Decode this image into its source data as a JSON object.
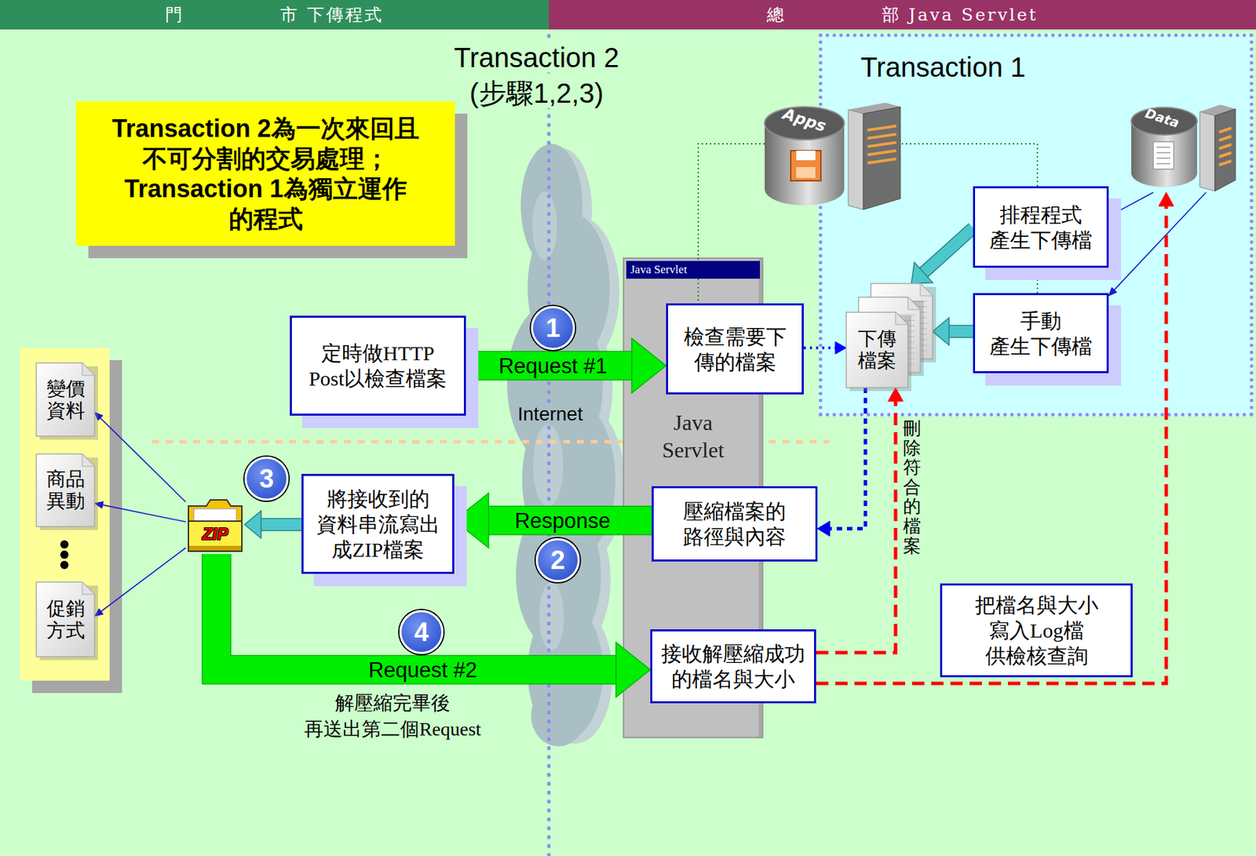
{
  "diagram": {
    "nodes": [
      {
        "text": [
          "門　　　　　市 下傳程式"
        ]
      },
      {
        "text": [
          "總　　　　　部 Java Servlet"
        ]
      },
      {
        "text": [
          "Transaction 2為一次來回且 不可分割的交易處理； Transaction 1為獨立運作 的程式"
        ]
      },
      {
        "text": [
          "Transaction 1"
        ]
      },
      {
        "text": [
          "Apps"
        ]
      },
      {
        "text": [
          "Data"
        ],
        "in": 3
      },
      {
        "text": [
          "排程程式 產生下傳檔"
        ],
        "in": 3
      },
      {
        "text": [
          "下傳 檔案"
        ],
        "in": 3
      },
      {
        "text": [
          "手動 產生下傳檔"
        ],
        "in": 3
      },
      {
        "text": [
          "定時做HTTP Post以檢查檔案"
        ]
      },
      {
        "text": [
          "Java Servlet",
          "Java Servlet"
        ]
      },
      {
        "text": [
          "檢查需要下 傳的檔案"
        ],
        "in": 10
      },
      {
        "text": [
          "變價 資料"
        ]
      },
      {
        "text": [
          "商品 異動"
        ]
      },
      {
        "text": [
          "ZIP"
        ]
      },
      {
        "text": [
          "將接收到的 資料串流寫出 成ZIP檔案"
        ]
      },
      {
        "text": [
          "壓縮檔案的 路徑與內容"
        ],
        "in": 10
      },
      {
        "text": [
          "促銷 方式"
        ]
      },
      {
        "text": [
          "把檔名與大小 寫入Log檔 供檢核查詢"
        ]
      },
      {
        "text": [
          "接收解壓縮成功 的檔名與大小"
        ],
        "in": 10
      }
    ],
    "edges": [
      {
        "from": 4,
        "to": 11,
        "arrow": "none"
      },
      {
        "from": 4,
        "to": 6,
        "arrow": "none"
      },
      {
        "from": 4,
        "to": 8,
        "arrow": "none"
      },
      {
        "from": 5,
        "to": 6,
        "arrow": "to"
      },
      {
        "from": 5,
        "to": 8,
        "arrow": "to"
      },
      {
        "from": 6,
        "to": 7,
        "arrow": "to"
      },
      {
        "from": 8,
        "to": 7,
        "arrow": "to"
      },
      {
        "from": 9,
        "to": 11,
        "label": "Request #1",
        "arrow": "to"
      },
      {
        "from": 11,
        "to": 7,
        "arrow": "to"
      },
      {
        "from": 7,
        "to": 16,
        "arrow": "to"
      },
      {
        "from": 16,
        "to": 15,
        "label": "Response",
        "arrow": "to"
      },
      {
        "from": 15,
        "to": 14,
        "arrow": "to"
      },
      {
        "from": 14,
        "to": 12,
        "arrow": "to"
      },
      {
        "from": 14,
        "to": 13,
        "arrow": "to"
      },
      {
        "from": 14,
        "to": 17,
        "arrow": "to"
      },
      {
        "from": 14,
        "to": 19,
        "label": "Request #2",
        "arrow": "to"
      },
      {
        "from": 19,
        "to": 7,
        "label": "刪除符合的檔案",
        "arrow": "to"
      },
      {
        "from": 19,
        "to": 5,
        "arrow": "to"
      }
    ],
    "labels": [
      "Transaction 2 (步驟1,2,3)",
      "1",
      "Internet",
      "3",
      "2",
      "4",
      "解壓縮完畢後 再送出第二個Request"
    ]
  }
}
